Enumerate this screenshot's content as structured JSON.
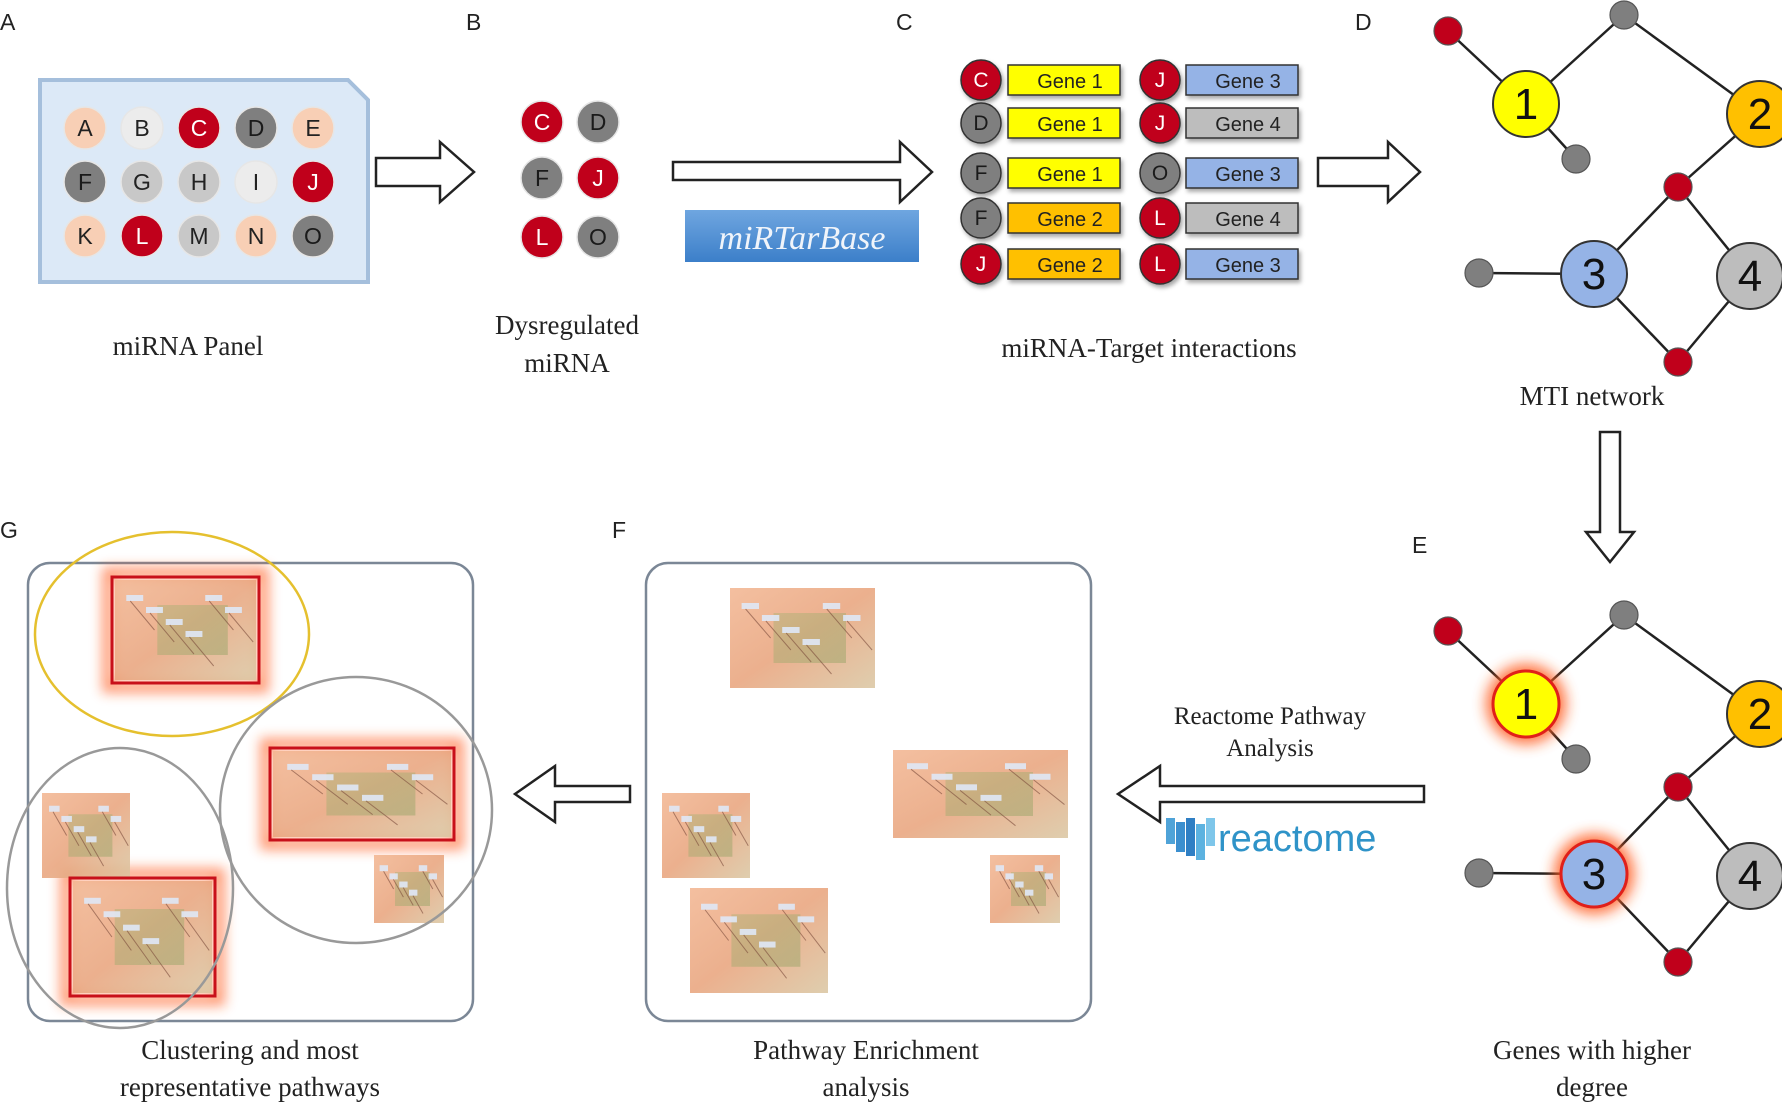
{
  "panel_letters": {
    "a": "A",
    "b": "B",
    "c": "C",
    "d": "D",
    "e": "E",
    "f": "F",
    "g": "G"
  },
  "captions": {
    "a": "miRNA Panel",
    "b1": "Dysregulated",
    "b2": "miRNA",
    "c": "miRNA-Target interactions",
    "d": "MTI network",
    "e1": "Genes with higher",
    "e2": "degree",
    "f1": "Pathway Enrichment",
    "f2": "analysis",
    "g1": "Clustering and most",
    "g2": "representative pathways",
    "reactome1": "Reactome Pathway",
    "reactome2": "Analysis"
  },
  "logos": {
    "mirtarbase": "miRTarBase",
    "reactome": "reactome"
  },
  "colors": {
    "red": "#c0001b",
    "gray": "#7f7f7f",
    "lightgray": "#c8c8c8",
    "verylight": "#ececec",
    "peach": "#f8cfb5",
    "yellow": "#ffff00",
    "orange": "#ffc000",
    "blue": "#95b3e6",
    "genegray": "#bdbdbd",
    "plate": "#dce9f7",
    "plate_border": "#a5bfdc"
  },
  "panel_a": {
    "wells": [
      {
        "label": "A",
        "tone": "peach"
      },
      {
        "label": "B",
        "tone": "verylight"
      },
      {
        "label": "C",
        "tone": "red"
      },
      {
        "label": "D",
        "tone": "gray"
      },
      {
        "label": "E",
        "tone": "peach"
      },
      {
        "label": "F",
        "tone": "gray"
      },
      {
        "label": "G",
        "tone": "lightgray"
      },
      {
        "label": "H",
        "tone": "lightgray"
      },
      {
        "label": "I",
        "tone": "verylight"
      },
      {
        "label": "J",
        "tone": "red"
      },
      {
        "label": "K",
        "tone": "peach"
      },
      {
        "label": "L",
        "tone": "red"
      },
      {
        "label": "M",
        "tone": "lightgray"
      },
      {
        "label": "N",
        "tone": "peach"
      },
      {
        "label": "O",
        "tone": "gray"
      }
    ]
  },
  "panel_b": {
    "items": [
      {
        "label": "C",
        "tone": "red"
      },
      {
        "label": "D",
        "tone": "gray"
      },
      {
        "label": "F",
        "tone": "gray"
      },
      {
        "label": "J",
        "tone": "red"
      },
      {
        "label": "L",
        "tone": "red"
      },
      {
        "label": "O",
        "tone": "gray"
      }
    ]
  },
  "panel_c": {
    "left": [
      {
        "mirna": "C",
        "tone": "red",
        "gene": "Gene 1",
        "color": "yellow"
      },
      {
        "mirna": "D",
        "tone": "gray",
        "gene": "Gene 1",
        "color": "yellow"
      },
      {
        "mirna": "F",
        "tone": "gray",
        "gene": "Gene 1",
        "color": "yellow"
      },
      {
        "mirna": "F",
        "tone": "gray",
        "gene": "Gene 2",
        "color": "orange"
      },
      {
        "mirna": "J",
        "tone": "red",
        "gene": "Gene 2",
        "color": "orange"
      }
    ],
    "right": [
      {
        "mirna": "J",
        "tone": "red",
        "gene": "Gene 3",
        "color": "blue"
      },
      {
        "mirna": "J",
        "tone": "red",
        "gene": "Gene 4",
        "color": "genegray"
      },
      {
        "mirna": "O",
        "tone": "gray",
        "gene": "Gene 3",
        "color": "blue"
      },
      {
        "mirna": "L",
        "tone": "red",
        "gene": "Gene 4",
        "color": "genegray"
      },
      {
        "mirna": "L",
        "tone": "red",
        "gene": "Gene 3",
        "color": "blue"
      }
    ]
  },
  "network": {
    "gene_labels": [
      "1",
      "2",
      "3",
      "4"
    ],
    "gene_colors": [
      "yellow",
      "orange",
      "blue",
      "genegray"
    ],
    "highlighted_in_e": [
      "1",
      "3"
    ]
  }
}
